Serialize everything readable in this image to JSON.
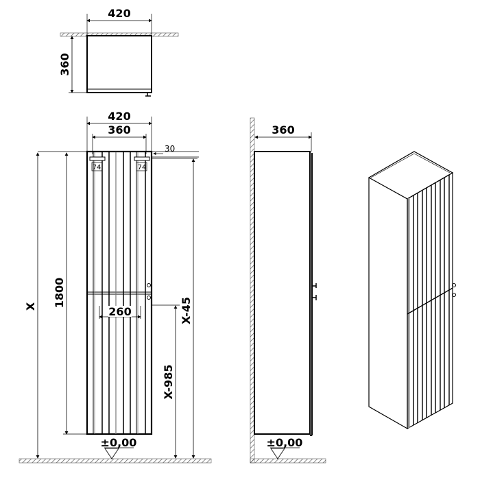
{
  "colors": {
    "line": "#000000",
    "background": "#ffffff",
    "hatch": "#555555",
    "shade": "#888888"
  },
  "views": {
    "top_view": {
      "width_label": "420",
      "depth_label": "360"
    },
    "front_view": {
      "outer_width_label": "420",
      "inner_width_label": "360",
      "top_offset_label": "30",
      "bracket_left_label": "74",
      "bracket_right_label": "74",
      "overall_height_symbol": "X",
      "cabinet_height_label": "1800",
      "mount_height_label": "X-45",
      "handle_spacing_label": "260",
      "bottom_height_label": "X-985",
      "floor_level_label": "±0,00"
    },
    "side_view": {
      "depth_label": "360",
      "floor_level_label": "±0,00"
    },
    "isometric_view": {}
  }
}
